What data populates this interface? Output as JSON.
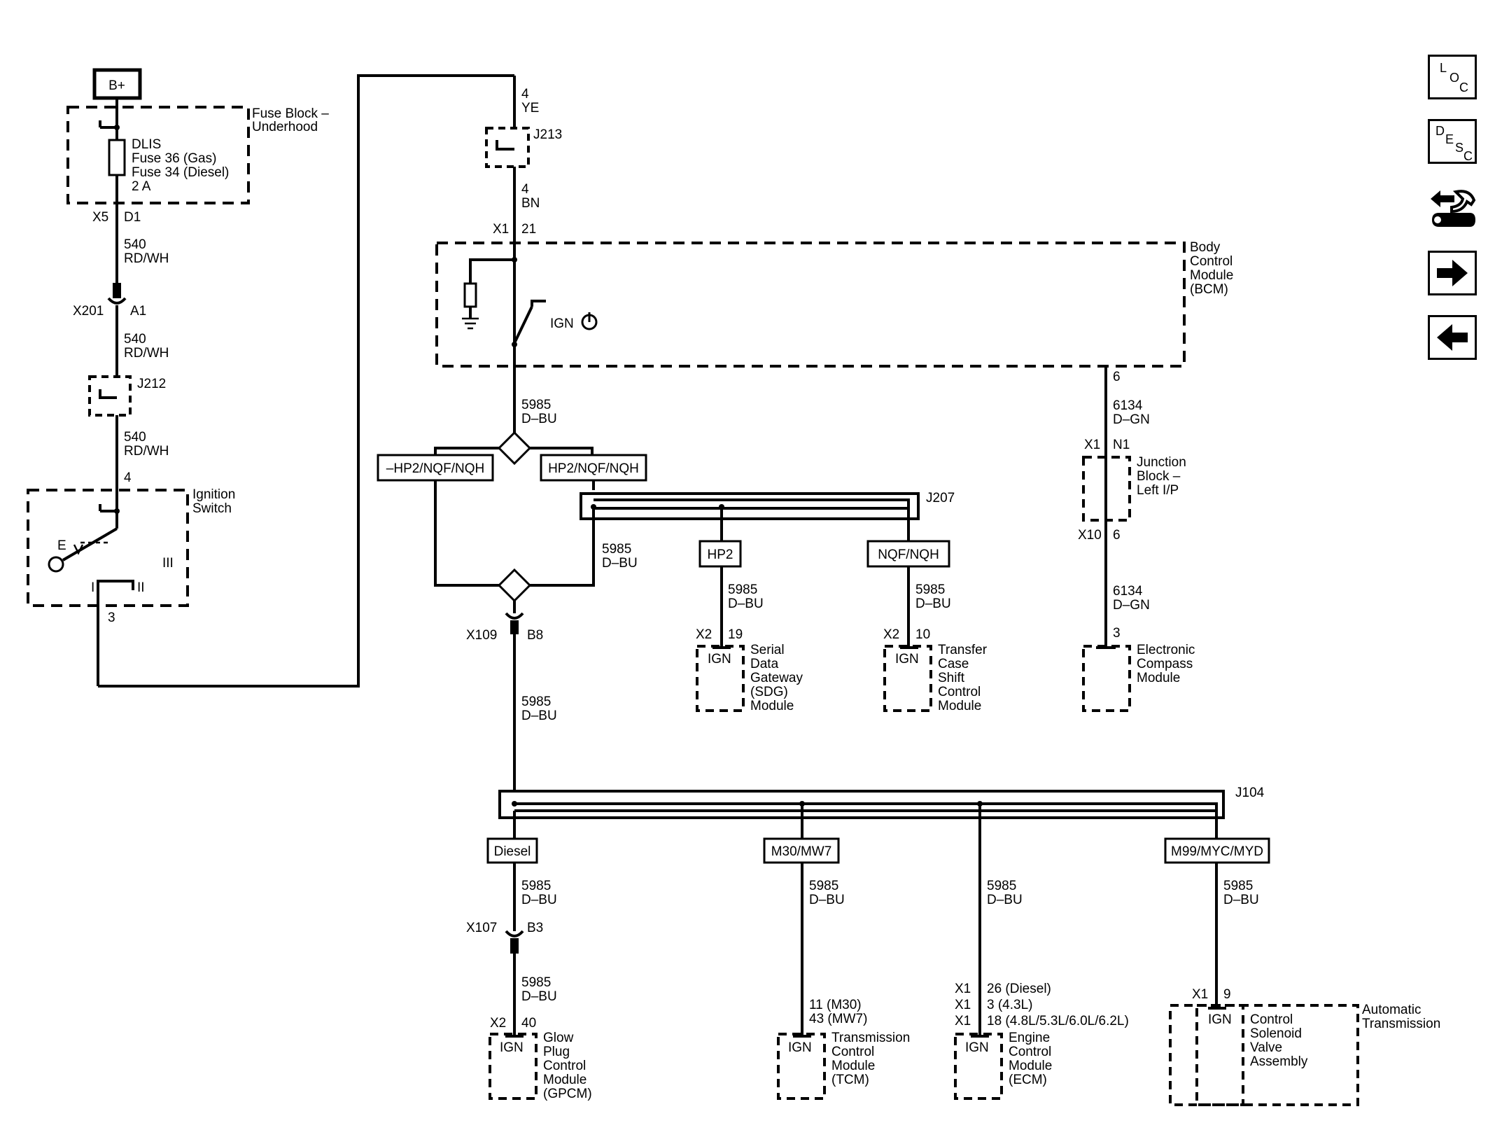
{
  "nav": {
    "loc": [
      "L",
      "O",
      "C"
    ],
    "desc": [
      "D",
      "E",
      "S",
      "C"
    ]
  },
  "labels": {
    "bplus": "B+",
    "fuseblock": [
      "Fuse Block –",
      "Underhood"
    ],
    "fuse": [
      "DLIS",
      "Fuse 36 (Gas)",
      "Fuse 34 (Diesel)",
      "2 A"
    ],
    "x5": "X5",
    "d1": "D1",
    "w540a": [
      "540",
      "RD/WH"
    ],
    "x201": "X201",
    "a1": "A1",
    "w540b": [
      "540",
      "RD/WH"
    ],
    "j212": "J212",
    "w540c": [
      "540",
      "RD/WH"
    ],
    "pin4sw": "4",
    "ignsw": [
      "Ignition",
      "Switch"
    ],
    "sw_ev": "E",
    "sw_iii": "III",
    "sw_i": "I",
    "sw_ii": "II",
    "pin3sw": "3",
    "w4ye": [
      "4",
      "YE"
    ],
    "j213": "J213",
    "w4bn": [
      "4",
      "BN"
    ],
    "x1bcm": "X1",
    "p21": "21",
    "bcm": [
      "Body",
      "Control",
      "Module",
      "(BCM)"
    ],
    "ignbcm": "IGN",
    "w5985top": [
      "5985",
      "D–BU"
    ],
    "opt_nhp2": "–HP2/NQF/NQH",
    "opt_hp2nqf": "HP2/NQF/NQH",
    "j207": "J207",
    "w5985r": [
      "5985",
      "D–BU"
    ],
    "opt_hp2": "HP2",
    "opt_nqf": "NQF/NQH",
    "sdg_w": [
      "5985",
      "D–BU"
    ],
    "sdg_x": "X2",
    "sdg_p": "19",
    "sdg_ign": "IGN",
    "sdg": [
      "Serial",
      "Data",
      "Gateway",
      "(SDG)",
      "Module"
    ],
    "tc_w": [
      "5985",
      "D–BU"
    ],
    "tc_x": "X2",
    "tc_p": "10",
    "tc_ign": "IGN",
    "tc": [
      "Transfer",
      "Case",
      "Shift",
      "Control",
      "Module"
    ],
    "x109": "X109",
    "b8": "B8",
    "w5985mid": [
      "5985",
      "D–BU"
    ],
    "bcm_p6": "6",
    "w6134a": [
      "6134",
      "D–GN"
    ],
    "jb_x1": "X1",
    "jb_n1": "N1",
    "jb": [
      "Junction",
      "Block –",
      "Left I/P"
    ],
    "jb_x10": "X10",
    "jb_6": "6",
    "w6134b": [
      "6134",
      "D–GN"
    ],
    "ec_p3": "3",
    "ec": [
      "Electronic",
      "Compass",
      "Module"
    ],
    "j104": "J104",
    "opt_diesel": "Diesel",
    "opt_m30": "M30/MW7",
    "opt_m99": "M99/MYC/MYD",
    "gp_w1": [
      "5985",
      "D–BU"
    ],
    "x107": "X107",
    "b3": "B3",
    "gp_w2": [
      "5985",
      "D–BU"
    ],
    "gp_x": "X2",
    "gp_p": "40",
    "gp_ign": "IGN",
    "gp": [
      "Glow",
      "Plug",
      "Control",
      "Module",
      "(GPCM)"
    ],
    "tcm_w": [
      "5985",
      "D–BU"
    ],
    "tcm_pins": [
      "11 (M30)",
      "43 (MW7)"
    ],
    "tcm_ign": "IGN",
    "tcm": [
      "Transmission",
      "Control",
      "Module",
      "(TCM)"
    ],
    "ecm_w": [
      "5985",
      "D–BU"
    ],
    "ecm_x": [
      "X1",
      "X1",
      "X1"
    ],
    "ecm_pins": [
      "26 (Diesel)",
      "3 (4.3L)",
      "18 (4.8L/5.3L/6.0L/6.2L)"
    ],
    "ecm_ign": "IGN",
    "ecm": [
      "Engine",
      "Control",
      "Module",
      "(ECM)"
    ],
    "at_w": [
      "5985",
      "D–BU"
    ],
    "at_x": "X1",
    "at_p": "9",
    "at_ign": "IGN",
    "csv": [
      "Control",
      "Solenoid",
      "Valve",
      "Assembly"
    ],
    "at": [
      "Automatic",
      "Transmission"
    ]
  }
}
